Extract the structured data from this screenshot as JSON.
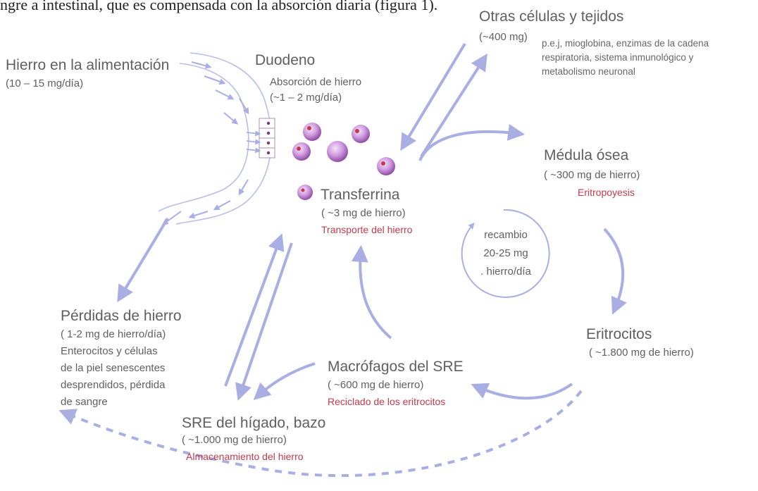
{
  "caption": "ngre a intestinal, que es compensada con la absorción diaria (figura 1).",
  "dietary": {
    "title": "Hierro en la alimentación",
    "amount": "(10 – 15 mg/día)"
  },
  "duodenum": {
    "title": "Duodeno",
    "absorption": "Absorción de hierro",
    "amount": "(~1 – 2 mg/día)"
  },
  "transferrin": {
    "title": "Transferrina",
    "amount": "( ~3 mg de hierro)",
    "role": "Transporte del hierro"
  },
  "other_tissues": {
    "title": "Otras células y tejidos",
    "amount": "(~400 mg)",
    "desc": [
      "p.e.j, mioglobina, enzimas de la cadena",
      "respiratoria, sistema inmunológico y",
      "metabolismo neuronal"
    ]
  },
  "bone_marrow": {
    "title": "Médula ósea",
    "amount": "( ~300 mg de hierro)",
    "role": "Eritropoyesis"
  },
  "turnover": {
    "lines": [
      "recambio",
      "20-25 mg",
      ". hierro/día"
    ]
  },
  "erythrocytes": {
    "title": "Eritrocitos",
    "amount": "( ~1.800 mg de hierro)"
  },
  "macrophages": {
    "title": "Macrófagos del SRE",
    "amount": "( ~600 mg de hierro)",
    "role": "Reciclado de los eritrocitos"
  },
  "liver": {
    "title": "SRE del hígado, bazo",
    "amount": "( ~1.000 mg de hierro)",
    "role": "Almacenamiento del hierro"
  },
  "losses": {
    "title": "Pérdidas de hierro",
    "amount": "( 1-2 mg de hierro/día)",
    "desc": [
      "Enterocitos y células",
      "de la piel senescentes",
      "desprendidos, pérdida",
      "de sangre"
    ]
  },
  "colors": {
    "arrow": "#a9aee3",
    "accent": "#c33a4c",
    "sphere": "#c58ad6",
    "text": "#606060"
  }
}
